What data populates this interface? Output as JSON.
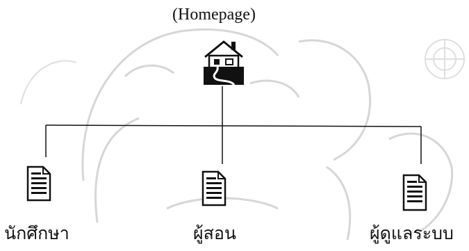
{
  "diagram": {
    "root": {
      "label": "(Homepage)",
      "icon": "house-icon"
    },
    "children": [
      {
        "label": "นักศึกษา",
        "icon": "document-icon"
      },
      {
        "label": "ผู้สอน",
        "icon": "document-icon"
      },
      {
        "label": "ผู้ดูแลระบบ",
        "icon": "document-icon"
      }
    ]
  },
  "colors": {
    "line": "#111111",
    "watermark": "#cfcfcf"
  }
}
